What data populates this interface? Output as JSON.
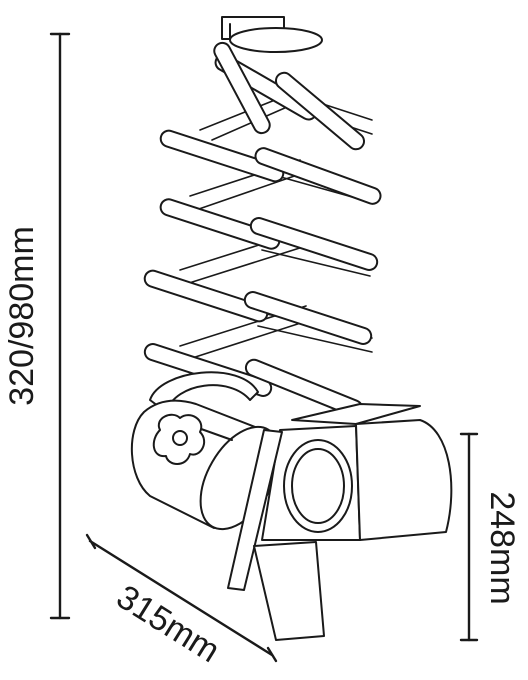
{
  "dimensions": {
    "height_total": "320/980mm",
    "width": "315mm",
    "head_height": "248mm"
  },
  "colors": {
    "line": "#1a1a1a",
    "background": "#ffffff"
  },
  "illustration": "extendable-scissor-arm-spotlight"
}
